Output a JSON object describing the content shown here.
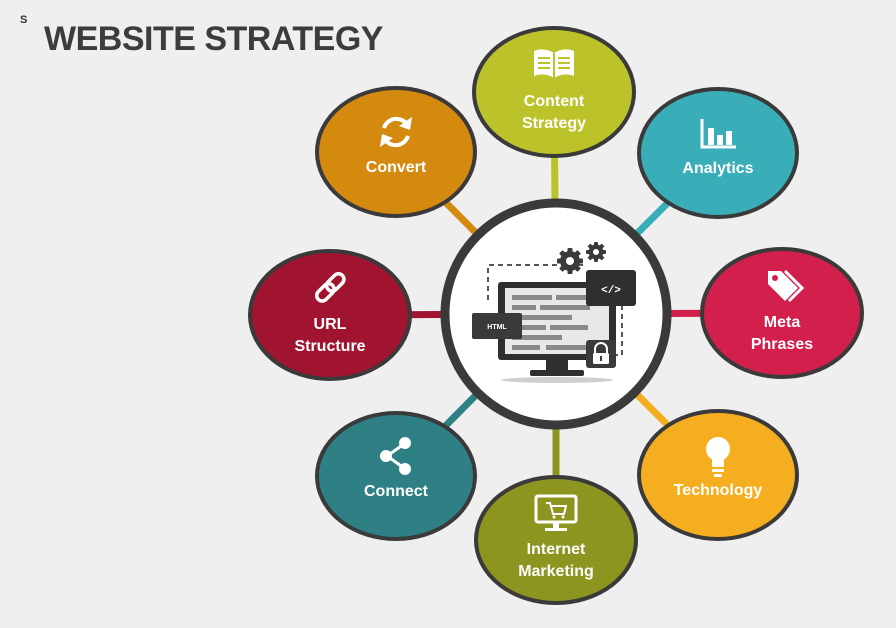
{
  "logo": "S",
  "title": "WEBSITE STRATEGY",
  "hub": {
    "html_tag": "HTML",
    "code_tag": "</>",
    "colors": {
      "ring": "#3a3a3a",
      "monitor": "#2f2f2f"
    }
  },
  "nodes": [
    {
      "id": "content-strategy",
      "lines": [
        "Content",
        "Strategy"
      ],
      "icon": "book-icon",
      "color": "#bcc32a"
    },
    {
      "id": "analytics",
      "lines": [
        "Analytics"
      ],
      "icon": "bar-chart-icon",
      "color": "#3aaeb8"
    },
    {
      "id": "meta-phrases",
      "lines": [
        "Meta",
        "Phrases"
      ],
      "icon": "tags-icon",
      "color": "#d21f4b"
    },
    {
      "id": "technology",
      "lines": [
        "Technology"
      ],
      "icon": "lightbulb-icon",
      "color": "#f5ae1f"
    },
    {
      "id": "internet-marketing",
      "lines": [
        "Internet",
        "Marketing"
      ],
      "icon": "monitor-cart-icon",
      "color": "#8c951f"
    },
    {
      "id": "connect",
      "lines": [
        "Connect"
      ],
      "icon": "share-icon",
      "color": "#2e8084"
    },
    {
      "id": "url-structure",
      "lines": [
        "URL",
        "Structure"
      ],
      "icon": "link-icon",
      "color": "#a0142f"
    },
    {
      "id": "convert",
      "lines": [
        "Convert"
      ],
      "icon": "refresh-icon",
      "color": "#d48a0f"
    }
  ]
}
